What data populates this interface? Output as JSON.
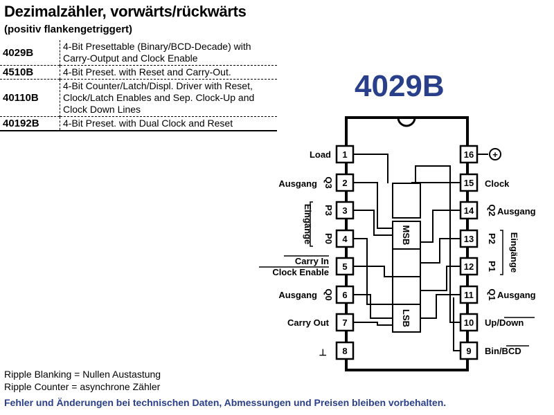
{
  "header": {
    "title": "Dezimalzähler, vorwärts/rückwärts",
    "subtitle": "(positiv flankengetriggert)"
  },
  "variants": [
    {
      "code": "4029B",
      "desc": "4-Bit Presettable (Binary/BCD-Decade) with Carry-Output and Clock Enable"
    },
    {
      "code": "4510B",
      "desc": "4-Bit Preset. with Reset and Carry-Out."
    },
    {
      "code": "40110B",
      "desc": "4-Bit Counter/Latch/Displ. Driver with Reset, Clock/Latch Enables and Sep. Clock-Up and Clock Down Lines"
    },
    {
      "code": "40192B",
      "desc": "4-Bit Preset. with Dual Clock and Reset"
    }
  ],
  "chip": {
    "name": "4029B",
    "left_pins": [
      "1",
      "2",
      "3",
      "4",
      "5",
      "6",
      "7",
      "8"
    ],
    "right_pins": [
      "16",
      "15",
      "14",
      "13",
      "12",
      "11",
      "10",
      "9"
    ],
    "labels": {
      "load": "Load",
      "ausgang_q3": "Ausgang",
      "q3": "Q3",
      "eingaenge_left": "Eingänge",
      "p3": "P3",
      "p0": "P0",
      "carry_in": "Carry In",
      "clock_enable": "Clock Enable",
      "ausgang_q0": "Ausgang",
      "q0": "Q0",
      "carry_out": "Carry Out",
      "gnd": "⊥",
      "vdd": "+",
      "clock": "Clock",
      "q2": "Q2",
      "ausgang_q2": "Ausgang",
      "p2": "P2",
      "eingaenge_right": "Eingänge",
      "p1": "P1",
      "q1": "Q1",
      "ausgang_q1": "Ausgang",
      "up_down": "Up/Down",
      "bin_bcd": "Bin/BCD",
      "msb": "MSB",
      "lsb": "LSB"
    }
  },
  "notes": [
    "Ripple Blanking = Nullen Austastung",
    "Ripple Counter = asynchrone Zähler"
  ],
  "disclaimer": "Fehler und Änderungen bei technischen Daten, Abmessungen und Preisen bleiben vorbehalten."
}
